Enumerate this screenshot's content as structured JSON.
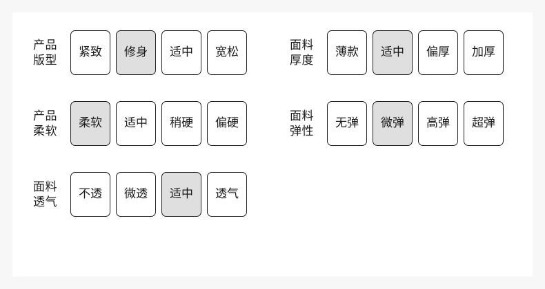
{
  "card": {
    "background_color": "#ffffff",
    "page_background_color": "#f7f7f8"
  },
  "style": {
    "chip_border_color": "#1f1f1f",
    "chip_selected_background": "#dfdfdf",
    "chip_background": "#ffffff",
    "text_color": "#1b1b1b"
  },
  "columns": {
    "left": {
      "groups": [
        {
          "label_line1": "产品",
          "label_line2": "版型",
          "label_full": "产品版型",
          "selected": "修身",
          "options": [
            {
              "label": "紧致",
              "selected": false
            },
            {
              "label": "修身",
              "selected": true
            },
            {
              "label": "适中",
              "selected": false
            },
            {
              "label": "宽松",
              "selected": false
            }
          ]
        },
        {
          "label_line1": "产品",
          "label_line2": "柔软",
          "label_full": "产品柔软",
          "selected": "柔软",
          "options": [
            {
              "label": "柔软",
              "selected": true
            },
            {
              "label": "适中",
              "selected": false
            },
            {
              "label": "稍硬",
              "selected": false
            },
            {
              "label": "偏硬",
              "selected": false
            }
          ]
        },
        {
          "label_line1": "面料",
          "label_line2": "透气",
          "label_full": "面料透气",
          "selected": "适中",
          "options": [
            {
              "label": "不透",
              "selected": false
            },
            {
              "label": "微透",
              "selected": false
            },
            {
              "label": "适中",
              "selected": true
            },
            {
              "label": "透气",
              "selected": false
            }
          ]
        }
      ]
    },
    "right": {
      "groups": [
        {
          "label_line1": "面料",
          "label_line2": "厚度",
          "label_full": "面料厚度",
          "selected": "适中",
          "options": [
            {
              "label": "薄款",
              "selected": false
            },
            {
              "label": "适中",
              "selected": true
            },
            {
              "label": "偏厚",
              "selected": false
            },
            {
              "label": "加厚",
              "selected": false
            }
          ]
        },
        {
          "label_line1": "面料",
          "label_line2": "弹性",
          "label_full": "面料弹性",
          "selected": "微弹",
          "options": [
            {
              "label": "无弹",
              "selected": false
            },
            {
              "label": "微弹",
              "selected": true
            },
            {
              "label": "高弹",
              "selected": false
            },
            {
              "label": "超弹",
              "selected": false
            }
          ]
        }
      ]
    }
  }
}
